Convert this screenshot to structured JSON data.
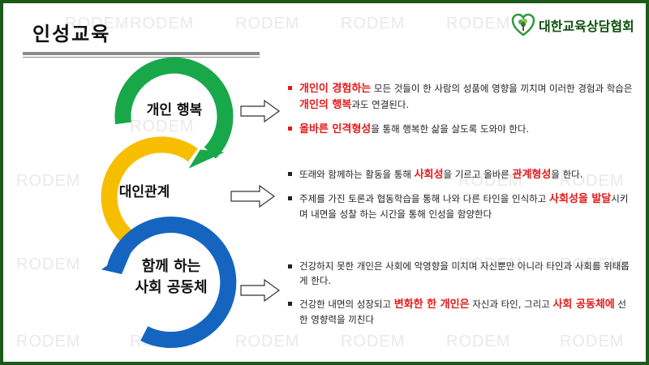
{
  "page": {
    "title": "인성교육",
    "watermark": "RODEM",
    "logo_text": "대한교육상담협회",
    "colors": {
      "frame": "#1c5a1c",
      "green": "#18a84a",
      "yellow": "#f7be00",
      "blue": "#1565c0",
      "highlight": "#e41818"
    }
  },
  "sections": [
    {
      "label_lines": [
        "개인 행복"
      ],
      "bullets": [
        [
          {
            "t": "개인이 경험하는",
            "hl": true
          },
          {
            "t": " 모든 것들이 한 사람의 성품에 영향을 끼치며 이러한 경험과 학습은 "
          },
          {
            "t": "개인의 행복",
            "hl": true
          },
          {
            "t": "과도 연결된다."
          }
        ],
        [
          {
            "t": "올바른 인격형성",
            "hl": true
          },
          {
            "t": "을 통해 행복한 삶을 살도록 도와야 한다."
          }
        ]
      ]
    },
    {
      "label_lines": [
        "대인관계"
      ],
      "bullets": [
        [
          {
            "t": "또래와 함께하는 활동을 통해 "
          },
          {
            "t": "사회성",
            "hl": true
          },
          {
            "t": "을 기르고 올바른 "
          },
          {
            "t": "관계형성",
            "hl": true
          },
          {
            "t": "을 한다."
          }
        ],
        [
          {
            "t": "주제를 가진 토론과 협동학습을 통해 나와 다른 타인을 인식하고 "
          },
          {
            "t": "사회성을 발달",
            "hl": true
          },
          {
            "t": "시키며 내면을 성찰 하는 시간을 통해 인성을 함양한다"
          }
        ]
      ]
    },
    {
      "label_lines": [
        "함께 하는",
        "사회 공동체"
      ],
      "bullets": [
        [
          {
            "t": "건강하지 못한 개인은 사회에 악영향을 미치며 자신뿐만 아니라 타인과 사회를 위태롭게 한다."
          }
        ],
        [
          {
            "t": "건강한 내면의 성장되고 "
          },
          {
            "t": "변화한 한 개인은",
            "hl": true
          },
          {
            "t": " 자신과 타인, 그리고 "
          },
          {
            "t": "사회 공동체에",
            "hl": true
          },
          {
            "t": " 선한 영향력을 끼친다"
          }
        ]
      ]
    }
  ]
}
